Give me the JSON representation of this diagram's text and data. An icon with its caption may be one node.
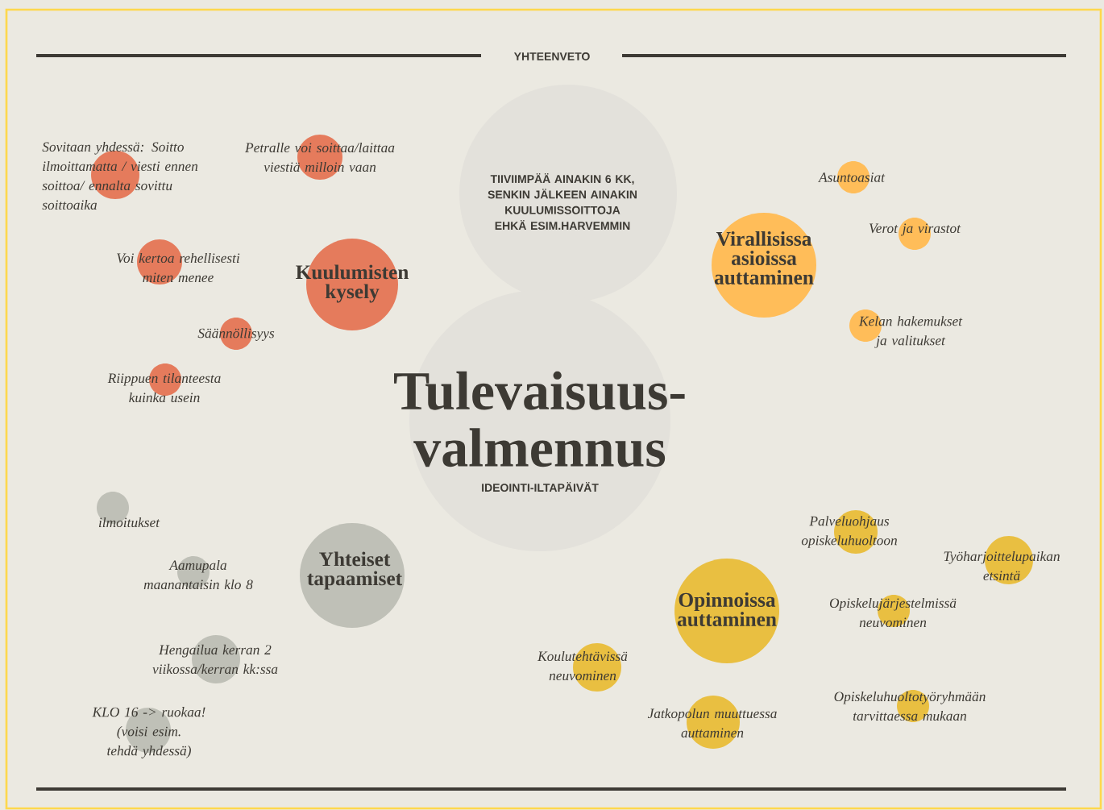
{
  "diagram": {
    "title": "YHTEENVETO",
    "nodes": [
      {
        "text": [
          "TIIVIIMPÄÄ AINAKIN 6 KK, SENKIN JÄLKEEN AINAKIN KUULUMISSOITTOJA EHKÄ ESIM.HARVEMMIN"
        ]
      },
      {
        "text": [
          "Tulevaisuus- valmennus",
          "IDEOINTI-ILTAPÄIVÄT"
        ]
      },
      {
        "text": [
          "Kuulumisten kysely"
        ]
      },
      {
        "text": [
          "Sovitaan yhdessä: Soitto ilmoittamatta / viesti ennen soittoa/ ennalta sovittu soittoaika"
        ]
      },
      {
        "text": [
          "Petralle voi soittaa/laittaa viestiä milloin vaan"
        ]
      },
      {
        "text": [
          "Voi kertoa rehellisesti miten menee"
        ]
      },
      {
        "text": [
          "Säännöllisyys"
        ]
      },
      {
        "text": [
          "Riippuen tilanteesta kuinka usein"
        ]
      },
      {
        "text": [
          "Virallisissa asioissa auttaminen"
        ]
      },
      {
        "text": [
          "Asuntoasiat"
        ]
      },
      {
        "text": [
          "Verot ja virastot"
        ]
      },
      {
        "text": [
          "Kelan hakemukset ja valitukset"
        ]
      },
      {
        "text": [
          "Yhteiset tapaamiset"
        ]
      },
      {
        "text": [
          "ilmoitukset"
        ]
      },
      {
        "text": [
          "Aamupala maanantaisin klo 8"
        ]
      },
      {
        "text": [
          "Hengailua kerran 2 viikossa/kerran kk:ssa"
        ]
      },
      {
        "text": [
          "KLO 16 -> ruokaa! (voisi esim. tehdä yhdessä)"
        ]
      },
      {
        "text": [
          "Opinnoissa auttaminen"
        ]
      },
      {
        "text": [
          "Palveluohjaus opiskeluhuoltoon"
        ]
      },
      {
        "text": [
          "Työharjoittelupaikan etsintä"
        ]
      },
      {
        "text": [
          "Opiskelujärjestelmissä neuvominen"
        ]
      },
      {
        "text": [
          "Koulutehtävissä neuvominen"
        ]
      },
      {
        "text": [
          "Opiskeluhuoltotyöryhmään tarvittaessa mukaan"
        ]
      },
      {
        "text": [
          "Jatkopolun muuttuessa auttaminen"
        ]
      }
    ]
  }
}
